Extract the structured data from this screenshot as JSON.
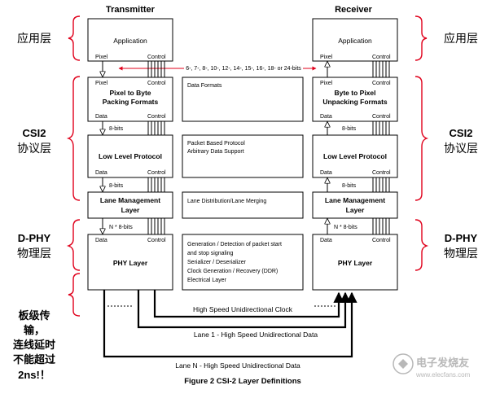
{
  "header": {
    "transmitter": "Transmitter",
    "receiver": "Receiver"
  },
  "left_side": {
    "app_layer": "应用层",
    "csi2_line1": "CSI2",
    "csi2_line2": "协议层",
    "dphy_line1": "D-PHY",
    "dphy_line2": "物理层",
    "note_line1": "板级传",
    "note_line2": "输，",
    "note_line3": "连线延时",
    "note_line4": "不能超过",
    "note_line5": "2ns!！"
  },
  "right_side": {
    "app_layer": "应用层",
    "csi2_line1": "CSI2",
    "csi2_line2": "协议层",
    "dphy_line1": "D-PHY",
    "dphy_line2": "物理层"
  },
  "transmitter": {
    "application": "Application",
    "pack_line1": "Pixel to Byte",
    "pack_line2": "Packing Formats",
    "llp": "Low Level Protocol",
    "lane_line1": "Lane Management",
    "lane_line2": "Layer",
    "phy": "PHY Layer"
  },
  "receiver": {
    "application": "Application",
    "unpack_line1": "Byte to Pixel",
    "unpack_line2": "Unpacking Formats",
    "llp": "Low Level Protocol",
    "lane_line1": "Lane Management",
    "lane_line2": "Layer",
    "phy": "PHY Layer"
  },
  "port_labels": {
    "pixel": "Pixel",
    "control": "Control",
    "data": "Data",
    "bits8": "8-bits",
    "nbits": "N * 8-bits"
  },
  "bit_widths": "6-, 7-, 8-, 10-, 12-, 14-, 15-, 16-, 18- or 24-bits",
  "descriptions": {
    "data_formats": "Data Formats",
    "packet_line1": "Packet Based Protocol",
    "packet_line2": "Arbitrary Data Support",
    "lane_dist": "Lane Distribution/Lane Merging",
    "phy_line1": "Generation / Detection of packet start",
    "phy_line2": "and stop signaling",
    "phy_line3": "Serializer / Deserializer",
    "phy_line4": "Clock Generation / Recovery (DDR)",
    "phy_line5": "Electrical Layer"
  },
  "links": {
    "clock": "High Speed Unidirectional Clock",
    "lane1": "Lane 1 - High Speed Unidirectional Data",
    "laneN": "Lane N - High Speed Unidirectional Data"
  },
  "caption": "Figure 2 CSI-2 Layer Definitions",
  "watermark": {
    "main": "电子发烧友",
    "url": "www.elecfans.com"
  },
  "colors": {
    "brace": "#e0001b",
    "line": "#000000",
    "watermark": "#b8b8b8"
  }
}
